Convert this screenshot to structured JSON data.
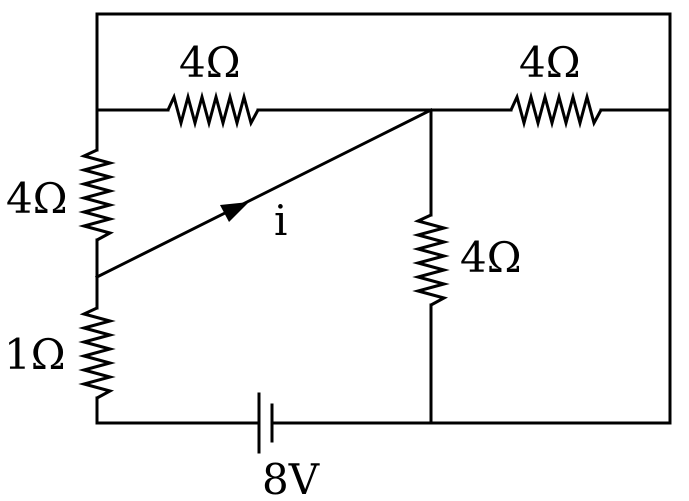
{
  "diagram": {
    "resistors": {
      "top_left": "4Ω",
      "top_right": "4Ω",
      "left_upper": "4Ω",
      "left_lower": "1Ω",
      "middle": "4Ω"
    },
    "battery": "8V",
    "current": "i",
    "colors": {
      "wire": "#000000",
      "background": "#ffffff"
    }
  }
}
